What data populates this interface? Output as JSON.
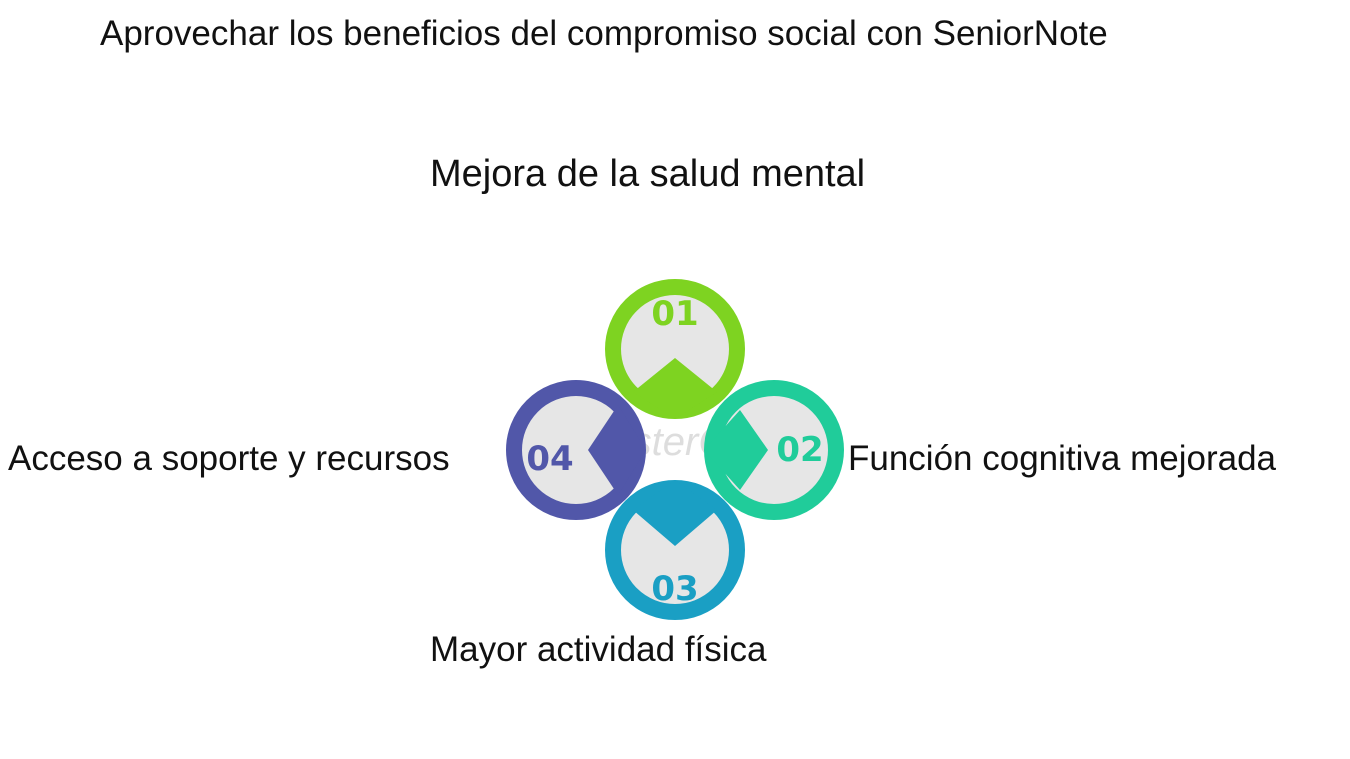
{
  "title": "Aprovechar los beneficios del compromiso social con SeniorNote",
  "center_mark": {
    "text": "FasterCapital",
    "icon": "gear-icon"
  },
  "items": [
    {
      "number": "01",
      "label": "Mejora de la salud mental",
      "color": "#7ed321"
    },
    {
      "number": "02",
      "label": "Función cognitiva mejorada",
      "color": "#20cc9a"
    },
    {
      "number": "03",
      "label": "Mayor actividad física",
      "color": "#1a9fc4"
    },
    {
      "number": "04",
      "label": "Acceso a soporte y recursos",
      "color": "#5157a9"
    }
  ]
}
